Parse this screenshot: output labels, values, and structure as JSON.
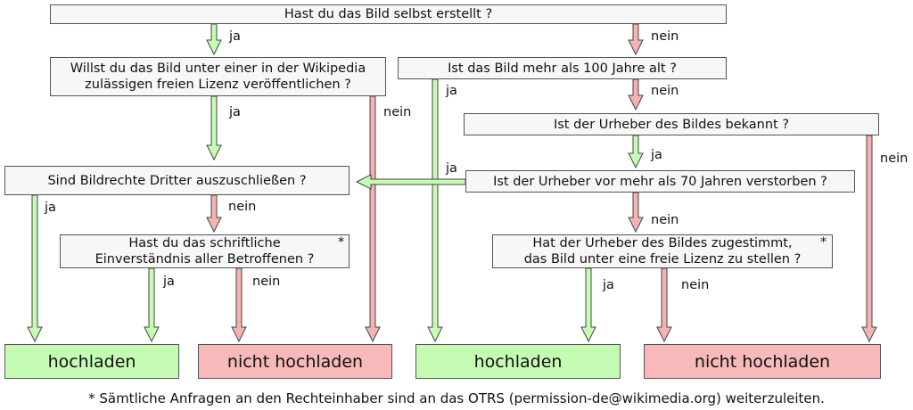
{
  "questions": {
    "self_created": "Hast du das Bild selbst erstellt ?",
    "free_license_line1": "Willst du das Bild unter einer in der Wikipedia",
    "free_license_line2": "zulässigen freien Lizenz veröffentlichen ?",
    "older_100": "Ist das Bild mehr als 100 Jahre alt ?",
    "author_known": "Ist der Urheber des Bildes bekannt ?",
    "third_party": "Sind Bildrechte Dritter auszuschließen ?",
    "author_died_70": "Ist der Urheber vor mehr als 70 Jahren verstorben ?",
    "written_consent_line1": "Hast du das schriftliche",
    "written_consent_line2": "Einverständnis aller Betroffenen ?",
    "author_agreed_line1": "Hat der Urheber des Bildes zugestimmt,",
    "author_agreed_line2": "das Bild unter eine freie Lizenz zu stellen ?"
  },
  "star_marker": "*",
  "answers": {
    "yes": "ja",
    "no": "nein"
  },
  "outcomes": {
    "upload": "hochladen",
    "no_upload": "nicht hochladen"
  },
  "footnote": "* Sämtliche  Anfragen an den Rechteinhaber sind an das OTRS (permission-de@wikimedia.org) weiterzuleiten.",
  "colors": {
    "yes_fill": "#c6fbb4",
    "no_fill": "#f7b9b9",
    "box_fill": "#f7f7f7",
    "yes_arrow": "#c6fbb4",
    "no_arrow": "#f4b3b3"
  }
}
